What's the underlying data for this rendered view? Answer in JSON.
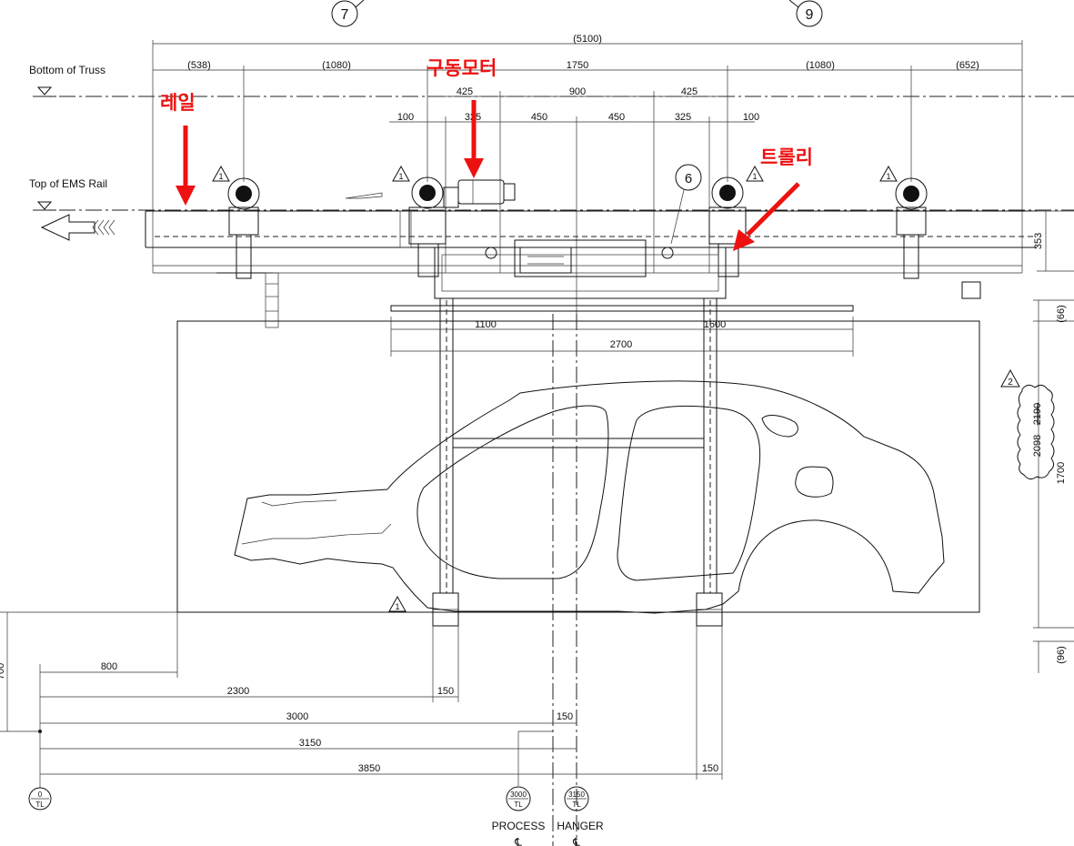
{
  "grid_markers": {
    "left": "7",
    "right": "9"
  },
  "levels": {
    "truss": "Bottom of Truss",
    "rail": "Top of EMS Rail"
  },
  "callouts": {
    "rail": "레일",
    "motor": "구동모터",
    "trolley": "트롤리"
  },
  "detail_marker": "6",
  "revision_tags": {
    "triangle1": "1",
    "triangle2": "2"
  },
  "top_dims": {
    "overall": "(5100)",
    "row1": [
      "(538)",
      "(1080)",
      "1750",
      "(1080)",
      "(652)"
    ],
    "row2": [
      "425",
      "900",
      "425"
    ],
    "row3": [
      "100",
      "325",
      "450",
      "450",
      "325",
      "100"
    ]
  },
  "hanger_dims": {
    "left": "1100",
    "right": "1600",
    "width": "2700"
  },
  "right_dims": {
    "rail_depth": "353",
    "gap_top": "(66)",
    "hanger_height": "1700",
    "gap_bottom": "(96)",
    "revised_value": "2098",
    "struck_value": "2190"
  },
  "left_dim": "700",
  "bottom_dims": [
    "800",
    "2300",
    "3000",
    "3150",
    "3850"
  ],
  "small_dims": [
    "150",
    "150",
    "150"
  ],
  "markers": [
    {
      "value": "0",
      "unit": "TL"
    },
    {
      "value": "3000",
      "unit": "TL",
      "label": "PROCESS"
    },
    {
      "value": "3150",
      "unit": "TL",
      "label": "HANGER"
    }
  ],
  "centerline_symbol": "℄"
}
